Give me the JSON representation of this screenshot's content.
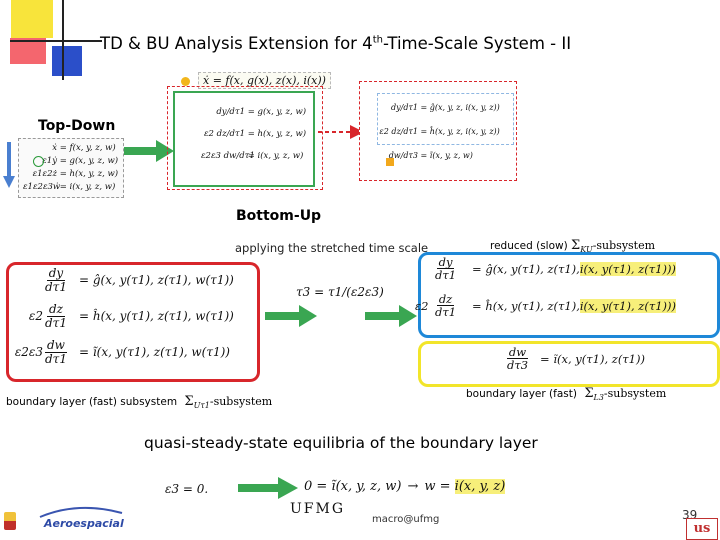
{
  "header": {
    "title_pre": "TD & BU Analysis Extension for 4",
    "title_sup": "th",
    "title_post": "-Time-Scale System - II"
  },
  "labels": {
    "top_down": "Top-Down",
    "bottom_up": "Bottom-Up",
    "stretched": "applying the stretched time scale",
    "reduced": "reduced (slow)",
    "boundary_left": "boundary layer (fast) subsystem",
    "boundary_right": "boundary layer (fast)",
    "subsystem_suffix": "-subsystem",
    "quasi": "quasi-steady-state equilibria of the boundary layer"
  },
  "math": {
    "sigma": "Σ",
    "sigma_left_sub": "Uτ1",
    "sigma_right_sub": "L3",
    "sigma_reduced_sub": "KU",
    "tau3": "τ3 = τ1/(ε2ε3)",
    "eps3_zero": "ε3 = 0.",
    "qss_lhs": "0 = ĩ(x, y, z, w)",
    "qss_arrow": "→",
    "qss_rhs_pre": "w = ",
    "qss_rhs_hl": "i(x, y, z)",
    "top_x_eq": "ẋ = f(x, g(x), z(x), i(x))",
    "td_left": [
      {
        "lhs": "ẋ",
        "rhs": "= f(x, y, z, w)"
      },
      {
        "lhs": "ε1ẏ",
        "rhs": "= g(x, y, z, w)"
      },
      {
        "lhs": "ε1ε2ż",
        "rhs": "= h(x, y, z, w)"
      },
      {
        "lhs": "ε1ε2ε3ẇ",
        "rhs": "= i(x, y, z, w)"
      }
    ],
    "td_mid": [
      {
        "lhs": "dy/dτ1",
        "rhs": "= g(x, y, z, w)"
      },
      {
        "lhs": "ε2 dz/dτ1",
        "rhs": "= h(x, y, z, w)"
      },
      {
        "lhs": "ε2ε3 dw/dτ1",
        "rhs": "= i(x, y, z, w)"
      }
    ],
    "td_right": [
      {
        "lhs": "dy/dτ1",
        "rhs": "= ĝ(x, y, z, i(x, y, z))"
      },
      {
        "lhs": "ε2 dz/dτ1",
        "rhs": "= ĥ(x, y, z, i(x, y, z))"
      },
      {
        "lhs": "dw/dτ3",
        "rhs": "= ĩ(x, y, z, w)"
      }
    ],
    "bu_left": [
      {
        "num": "dy",
        "den": "dτ1",
        "pre": "",
        "rhs": "= ĝ(x, y(τ1), z(τ1), w(τ1))"
      },
      {
        "num": "dz",
        "den": "dτ1",
        "pre": "ε2",
        "rhs": "= ĥ(x, y(τ1), z(τ1), w(τ1))"
      },
      {
        "num": "dw",
        "den": "dτ1",
        "pre": "ε2ε3",
        "rhs": "= ĩ(x, y(τ1), z(τ1), w(τ1))"
      }
    ],
    "bu_right": [
      {
        "num": "dy",
        "den": "dτ1",
        "pre": "",
        "rhs_pre": "= ĝ(x, y(τ1), z(τ1), ",
        "rhs_hl": "i(x, y(τ1), z(τ1)))"
      },
      {
        "num": "dz",
        "den": "dτ1",
        "pre": "ε2",
        "rhs_pre": "= ĥ(x, y(τ1), z(τ1), ",
        "rhs_hl": "i(x, y(τ1), z(τ1)))"
      }
    ],
    "bu_fast": {
      "num": "dw",
      "den": "dτ3",
      "rhs": "= ĩ(x, y(τ1), z(τ1))"
    }
  },
  "footer": {
    "page": "39",
    "logo_aero": "Aeroespacial",
    "logo_ufmg": "UFMG",
    "logo_macro": "macro@ufmg"
  },
  "colors": {
    "blue": "#1e88d8",
    "yellow": "#f2e52a",
    "red": "#d8262b",
    "green": "#3aa652",
    "highlight": "#f7ef7a"
  }
}
